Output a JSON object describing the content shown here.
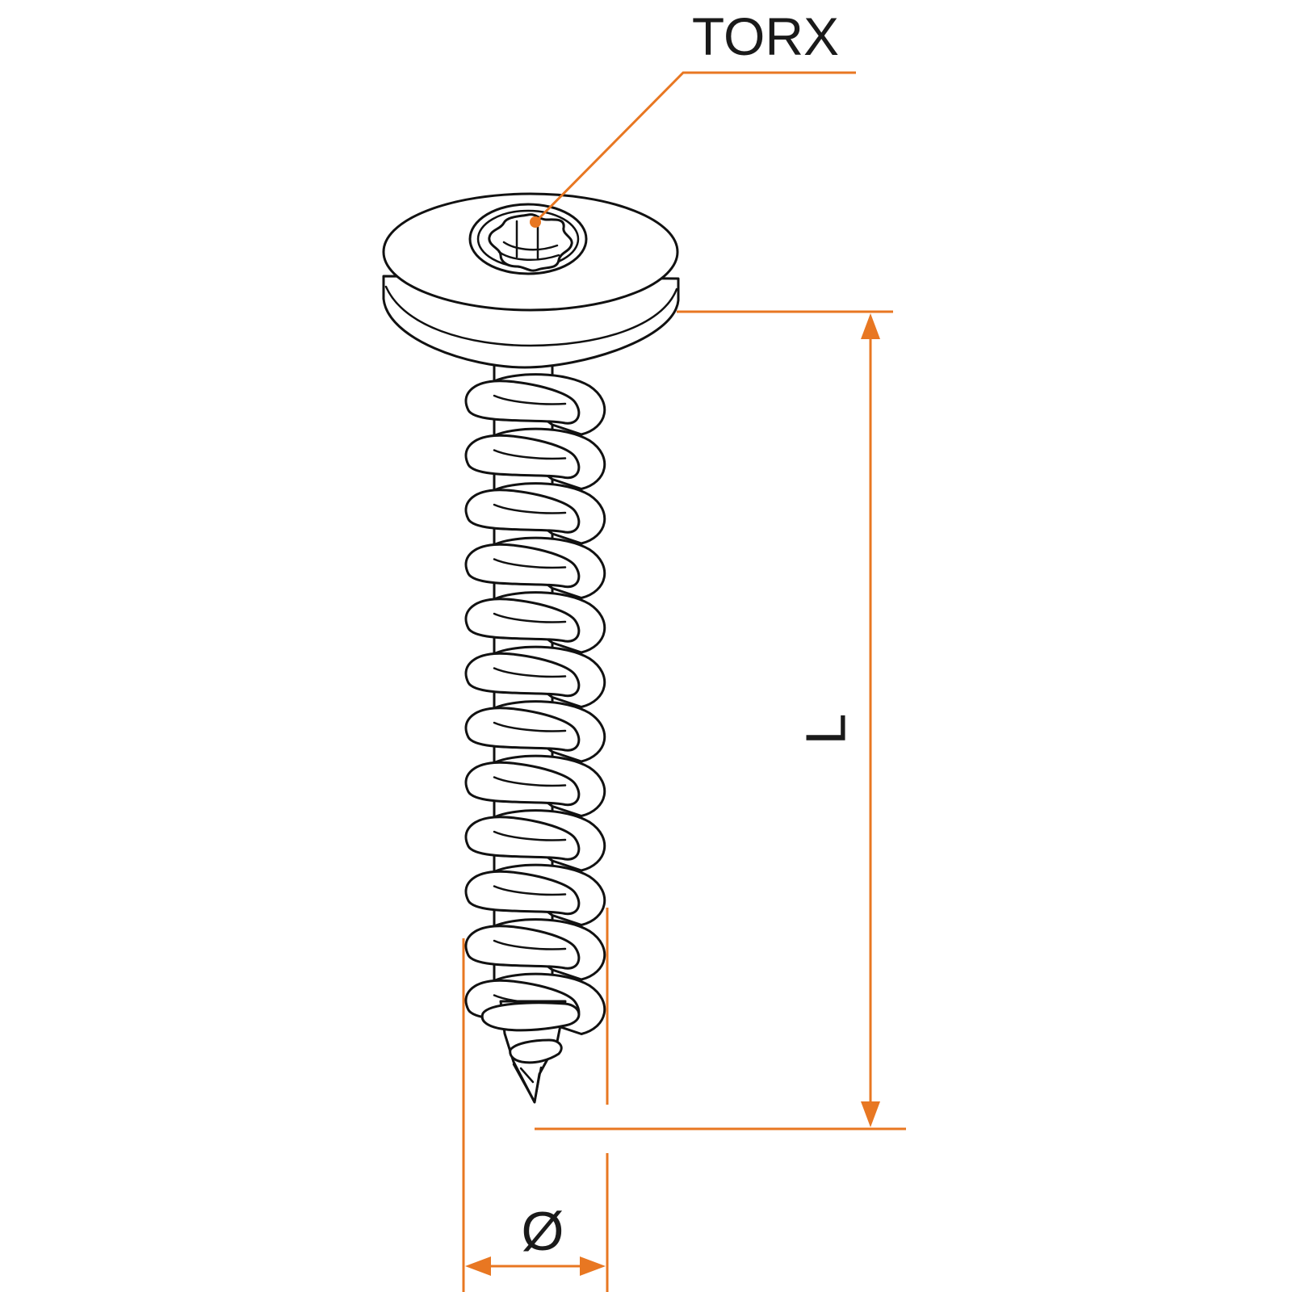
{
  "labels": {
    "drive_type": "TORX",
    "length": "L",
    "diameter": "Ø"
  },
  "colors": {
    "dimension": "#e87722",
    "outline": "#111111",
    "background": "#ffffff"
  }
}
